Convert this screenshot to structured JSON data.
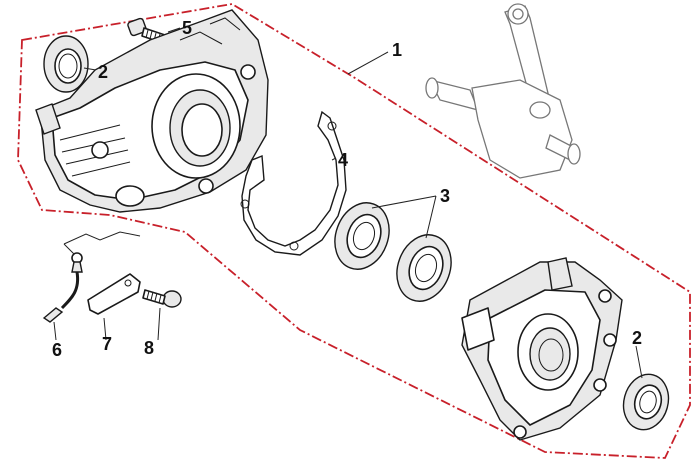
{
  "colors": {
    "group_outline": "#c8202a",
    "line": "#1a1a1a",
    "shading": "#e9e9e9",
    "crankshaft": "#777777"
  },
  "callouts": {
    "part_1": "1",
    "part_2_left": "2",
    "part_2_right": "2",
    "part_3": "3",
    "part_4": "4",
    "part_5": "5",
    "part_6": "6",
    "part_7": "7",
    "part_8": "8"
  }
}
